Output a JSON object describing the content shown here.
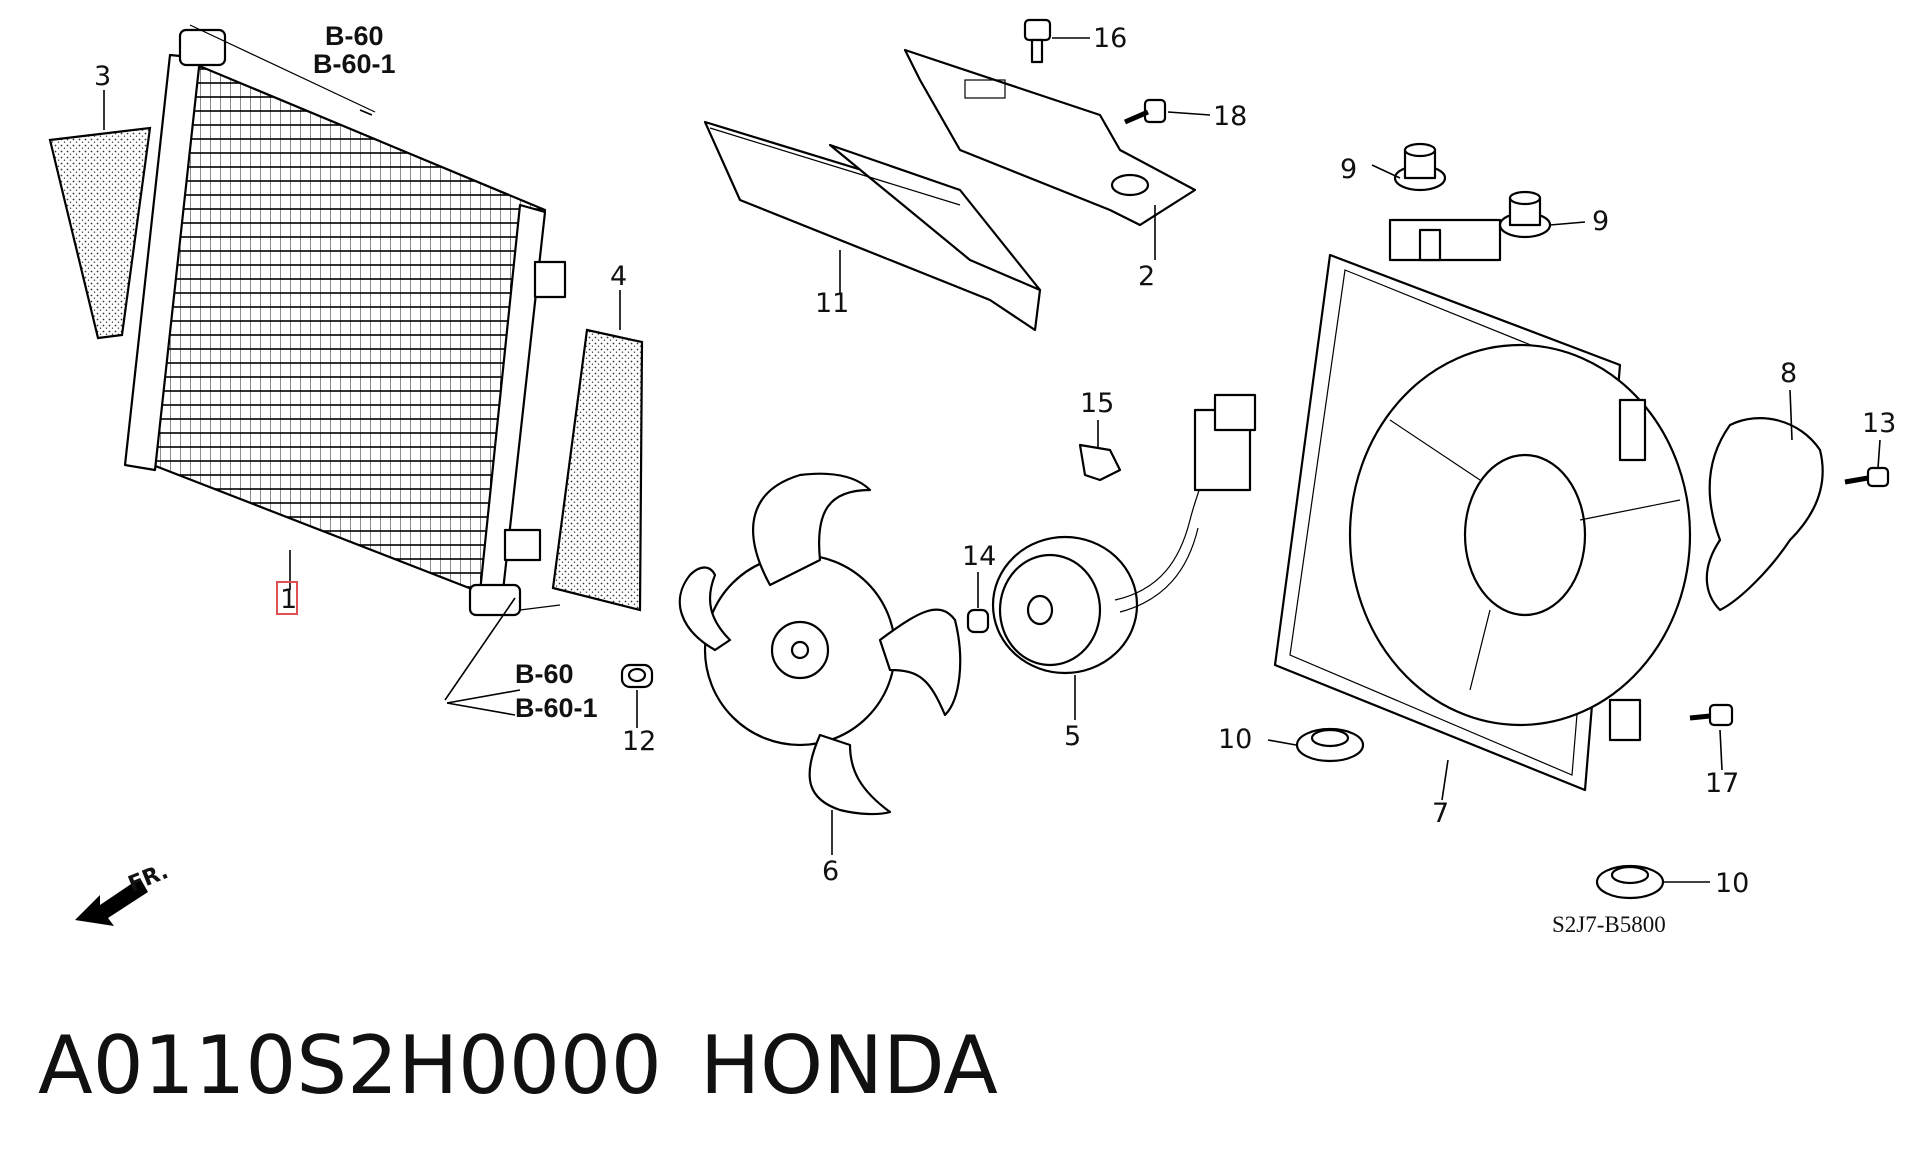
{
  "diagram": {
    "callouts": [
      "1",
      "2",
      "3",
      "4",
      "5",
      "6",
      "7",
      "8",
      "9",
      "9",
      "10",
      "10",
      "11",
      "12",
      "13",
      "14",
      "15",
      "16",
      "17",
      "18"
    ],
    "references": {
      "top": [
        "B-60",
        "B-60-1"
      ],
      "bottom": [
        "B-60",
        "B-60-1"
      ]
    },
    "front_marker": "FR.",
    "diagram_code": "S2J7-B5800",
    "highlight_callout": "1"
  },
  "footer": {
    "part_number": "A0110S2H0000",
    "brand": "HONDA"
  },
  "colors": {
    "line": "#000000",
    "background": "#ffffff",
    "highlight_box": "#e05050"
  },
  "icons": [
    "front-direction-arrow-icon"
  ]
}
